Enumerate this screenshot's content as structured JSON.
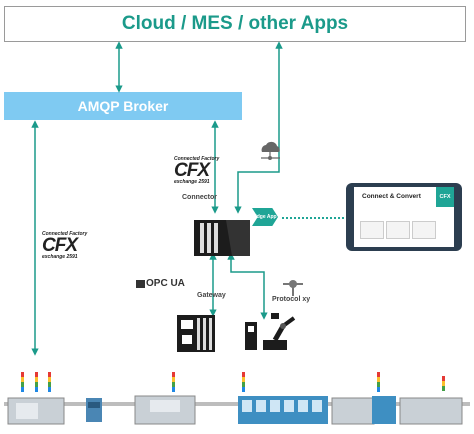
{
  "header": {
    "title": "Cloud / MES / other Apps"
  },
  "broker": {
    "label": "AMQP Broker"
  },
  "cfx_logo_top": {
    "line1": "Connected Factory",
    "mark": "CFX",
    "line2": "exchange 2591"
  },
  "cfx_logo_left": {
    "line1": "Connected Factory",
    "mark": "CFX",
    "line2": "exchange 2591"
  },
  "labels": {
    "connector": "Connector",
    "gateway": "Gateway",
    "protocol": "Protocol xy",
    "opc": "OPC UA",
    "edge": "Edge App"
  },
  "tablet": {
    "title": "Connect & Convert",
    "badge": "CFX"
  },
  "colors": {
    "teal": "#1b9a8a",
    "broker": "#7fcaf2",
    "dark": "#2c3e50"
  },
  "icons": [
    "cloud-network-icon",
    "edge-device-icon",
    "gateway-device-icon",
    "robot-arm-icon",
    "protocol-node-icon",
    "smt-line-icon"
  ]
}
